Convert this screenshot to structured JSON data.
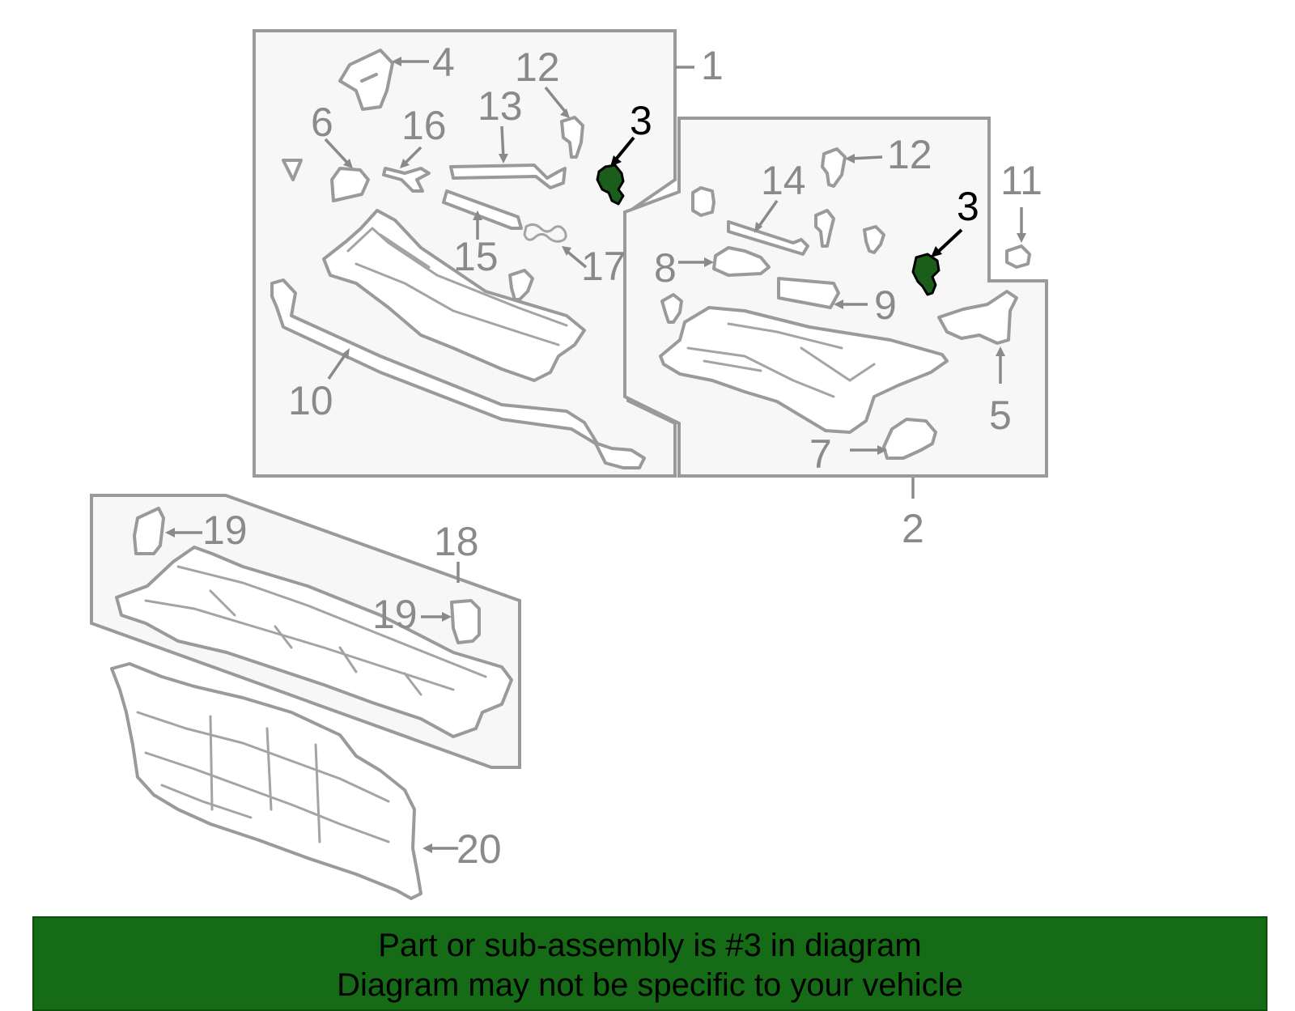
{
  "diagram": {
    "callouts": [
      {
        "id": "c1",
        "text": "1",
        "highlight": false
      },
      {
        "id": "c2",
        "text": "2",
        "highlight": false
      },
      {
        "id": "c3a",
        "text": "3",
        "highlight": true
      },
      {
        "id": "c3b",
        "text": "3",
        "highlight": true
      },
      {
        "id": "c4",
        "text": "4",
        "highlight": false
      },
      {
        "id": "c5",
        "text": "5",
        "highlight": false
      },
      {
        "id": "c6",
        "text": "6",
        "highlight": false
      },
      {
        "id": "c7",
        "text": "7",
        "highlight": false
      },
      {
        "id": "c8",
        "text": "8",
        "highlight": false
      },
      {
        "id": "c9",
        "text": "9",
        "highlight": false
      },
      {
        "id": "c10",
        "text": "10",
        "highlight": false
      },
      {
        "id": "c11",
        "text": "11",
        "highlight": false
      },
      {
        "id": "c12a",
        "text": "12",
        "highlight": false
      },
      {
        "id": "c12b",
        "text": "12",
        "highlight": false
      },
      {
        "id": "c13",
        "text": "13",
        "highlight": false
      },
      {
        "id": "c14",
        "text": "14",
        "highlight": false
      },
      {
        "id": "c15",
        "text": "15",
        "highlight": false
      },
      {
        "id": "c16",
        "text": "16",
        "highlight": false
      },
      {
        "id": "c17",
        "text": "17",
        "highlight": false
      },
      {
        "id": "c18",
        "text": "18",
        "highlight": false
      },
      {
        "id": "c19a",
        "text": "19",
        "highlight": false
      },
      {
        "id": "c19b",
        "text": "19",
        "highlight": false
      },
      {
        "id": "c20",
        "text": "20",
        "highlight": false
      }
    ],
    "colors": {
      "banner_bg": "#166b16",
      "highlight_part": "#1b5e1b",
      "line_gray": "#9a9a9a",
      "panel_bg": "#f7f7f7"
    }
  },
  "banner": {
    "line1": "Part or sub-assembly is #3 in diagram",
    "line2": "Diagram may not be specific to your vehicle"
  }
}
